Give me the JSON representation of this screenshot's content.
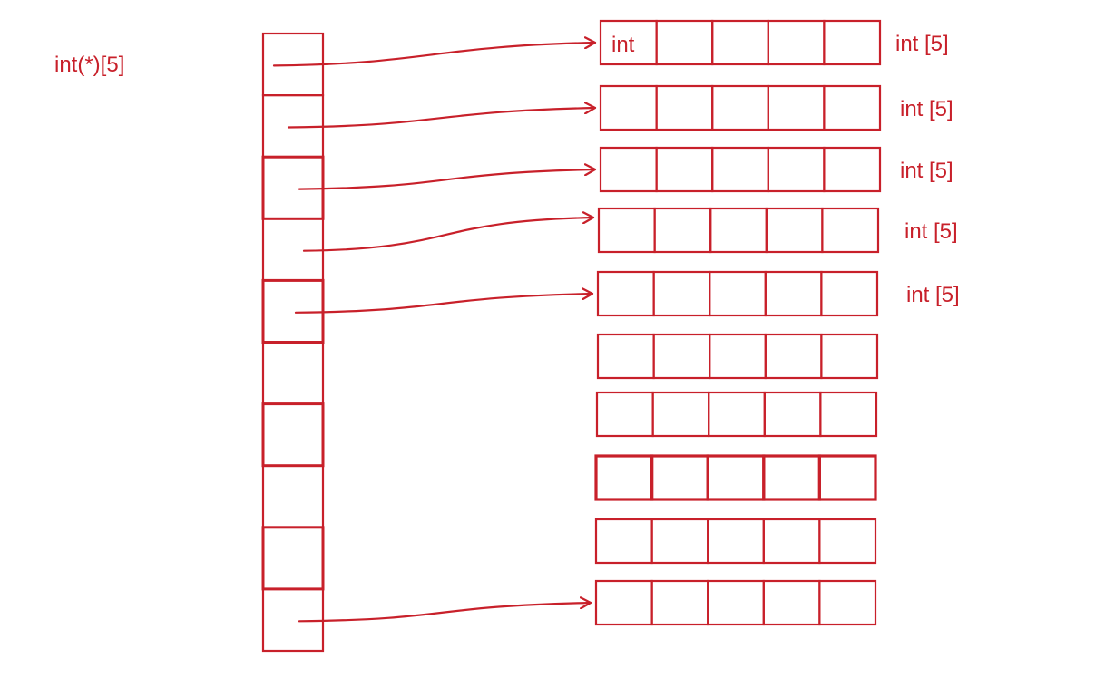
{
  "diagram": {
    "pointer_type_label": "int(*)[5]",
    "pointer_cells": 10,
    "array_rows": 10,
    "cells_per_row": 5,
    "first_cell_text": "int",
    "row_labels": [
      "int [5]",
      "int [5]",
      "int [5]",
      "int [5]",
      "int [5]"
    ],
    "arrows_from_pointer_cells": [
      0,
      1,
      2,
      3,
      4,
      9
    ],
    "colors": {
      "ink": "#c8202a",
      "background": "#ffffff"
    }
  }
}
